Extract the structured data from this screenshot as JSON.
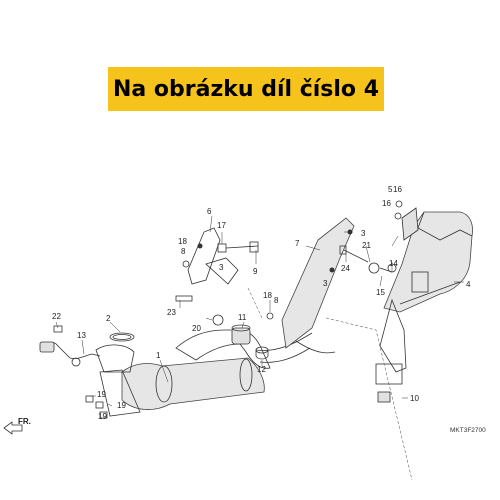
{
  "banner": {
    "text": "Na obrázku díl číslo 4",
    "color": "#f6c21c"
  },
  "direction_label": "FR.",
  "diagram_code": "MKT3F2700",
  "callouts": {
    "c1": "1",
    "c2": "2",
    "c3a": "3",
    "c3b": "3",
    "c3c": "3",
    "c4": "4",
    "c5": "5",
    "c6": "6",
    "c7": "7",
    "c8a": "8",
    "c8b": "8",
    "c9": "9",
    "c10": "10",
    "c11": "11",
    "c12": "12",
    "c13": "13",
    "c14": "14",
    "c15": "15",
    "c16a": "16",
    "c16b": "16",
    "c17": "17",
    "c18a": "18",
    "c18b": "18",
    "c19a": "19",
    "c19b": "19",
    "c19c": "19",
    "c20": "20",
    "c21": "21",
    "c22": "22",
    "c23": "23",
    "c24": "24"
  }
}
